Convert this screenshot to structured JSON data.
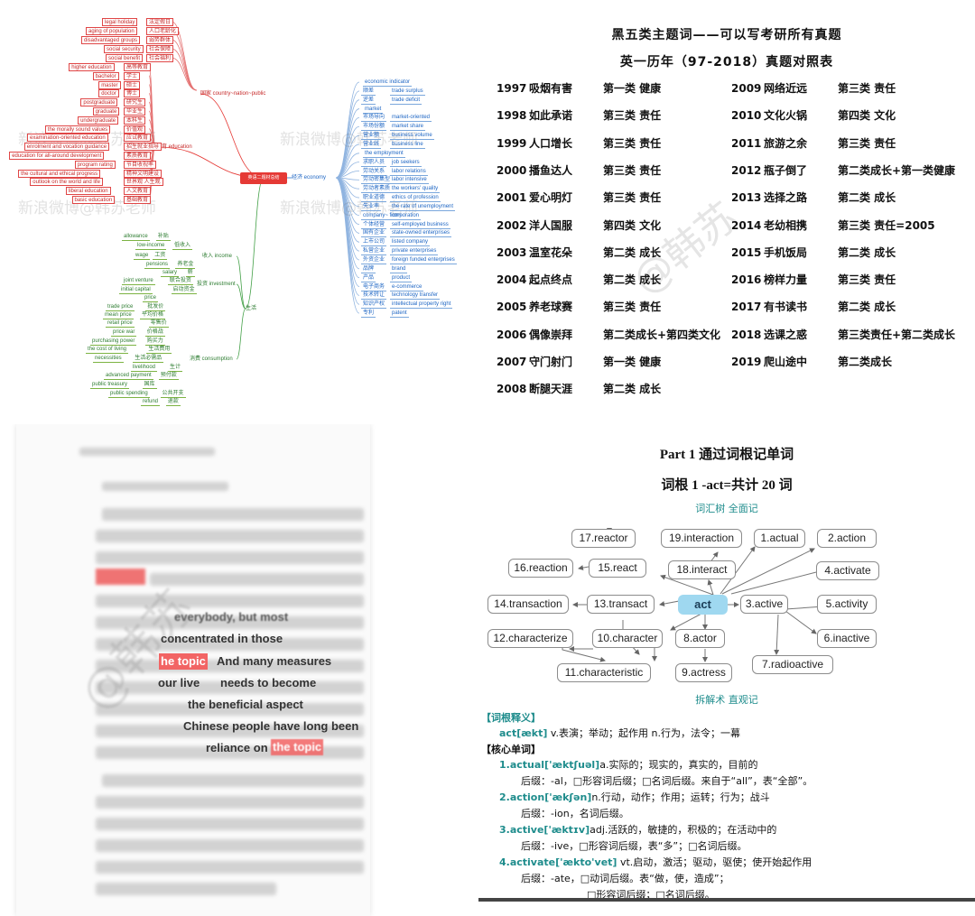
{
  "mindmap": {
    "root": "英语二题材总结",
    "watermark": "新浪微博@韩苏老师",
    "branches": {
      "society": "国家 country~nation~public",
      "education": "教育 education",
      "economy": "经济 economy",
      "income": "收入 income",
      "investment": "投资 investment",
      "consumption": "消费 consumption",
      "life": "生活"
    },
    "red_nodes": [
      [
        "legal holiday",
        "法定假日"
      ],
      [
        "aging of population",
        "人口老龄化"
      ],
      [
        "disadvantaged groups",
        "弱势群体"
      ],
      [
        "social security",
        "社会保障"
      ],
      [
        "social benefit",
        "社会福利"
      ],
      [
        "higher education",
        "高等教育"
      ],
      [
        "bachelor",
        "学士"
      ],
      [
        "master",
        "硕士"
      ],
      [
        "doctor",
        "博士"
      ],
      [
        "postgraduate",
        "研究生"
      ],
      [
        "graduate",
        "毕业生"
      ],
      [
        "undergraduate",
        "本科生"
      ],
      [
        "the morally sound values",
        "价值观"
      ],
      [
        "examination-oriented education",
        "应试教育"
      ],
      [
        "enrolment and vocation guidance",
        "招生就业指导"
      ],
      [
        "education for all-around development",
        "素质教育"
      ],
      [
        "program rating",
        "节目收视率"
      ],
      [
        "the cultural and ethical progress",
        "精神文明建设"
      ],
      [
        "outlook on the world and life",
        "世界观 人生观"
      ],
      [
        "liberal education",
        "人文教育"
      ],
      [
        "basic education",
        "基础教育"
      ]
    ],
    "green_nodes": [
      [
        "allowance",
        "补贴"
      ],
      [
        "low-income",
        "低收入"
      ],
      [
        "wage",
        "工资"
      ],
      [
        "pensions",
        "养老金"
      ],
      [
        "salary",
        "薪"
      ],
      [
        "joint venture",
        "联合投资"
      ],
      [
        "initial capital",
        "启动资金"
      ],
      [
        "price",
        ""
      ],
      [
        "trade price",
        "批发价"
      ],
      [
        "mean price",
        "平均价格"
      ],
      [
        "retail price",
        "零售价"
      ],
      [
        "price war",
        "价格战"
      ],
      [
        "purchasing power",
        "购买力"
      ],
      [
        "the cost of living",
        "生活费用"
      ],
      [
        "necessities",
        "生活必需品"
      ],
      [
        "livelihood",
        "生计"
      ],
      [
        "advanced payment",
        "预付款"
      ],
      [
        "public treasury",
        "国库"
      ],
      [
        "public spending",
        "公共开支"
      ],
      [
        "refund",
        "退款"
      ]
    ],
    "blue_nodes": [
      [
        "economic indicator",
        ""
      ],
      [
        "trade surplus",
        "顺差"
      ],
      [
        "trade deficit",
        "逆差"
      ],
      [
        "market",
        ""
      ],
      [
        "market-oriented",
        "市场导向"
      ],
      [
        "market share",
        "市场份额"
      ],
      [
        "business volume",
        "营业额"
      ],
      [
        "business line",
        "营业线"
      ],
      [
        "the employment",
        ""
      ],
      [
        "job seekers",
        "求职人员"
      ],
      [
        "labor relations",
        "劳动关系"
      ],
      [
        "labor intensive",
        "劳动密集型"
      ],
      [
        "the workers' quality",
        "劳动者素质"
      ],
      [
        "ethics of profession",
        "职业道德"
      ],
      [
        "the rate of unemployment",
        "失业率"
      ],
      [
        "corporation",
        "company~ firm~"
      ],
      [
        "self-employed business",
        "个体经营"
      ],
      [
        "state-owned enterprises",
        "国有企业"
      ],
      [
        "listed company",
        "上市公司"
      ],
      [
        "private enterprises",
        "私营企业"
      ],
      [
        "foreign funded enterprises",
        "外资企业"
      ],
      [
        "brand",
        "品牌"
      ],
      [
        "product",
        "产品"
      ],
      [
        "e-commerce",
        "电子商务"
      ],
      [
        "technology transfer",
        "技术转让"
      ],
      [
        "intellectual property right",
        "知识产权"
      ],
      [
        "patent",
        "专利"
      ]
    ]
  },
  "table": {
    "title": "黑五类主题词——可以写考研所有真题",
    "subtitle": "英一历年（97-2018）真题对照表",
    "watermark": "@韩苏",
    "left": [
      [
        "1997",
        "吸烟有害",
        "第一类 健康"
      ],
      [
        "1998",
        "如此承诺",
        "第三类 责任"
      ],
      [
        "1999",
        "人口增长",
        "第三类 责任"
      ],
      [
        "2000",
        "播鱼达人",
        "第三类 责任"
      ],
      [
        "2001",
        "爱心明灯",
        "第三类 责任"
      ],
      [
        "2002",
        "洋人国服",
        "第四类 文化"
      ],
      [
        "2003",
        "温室花朵",
        "第二类 成长"
      ],
      [
        "2004",
        "起点终点",
        "第二类 成长"
      ],
      [
        "2005",
        "养老球赛",
        "第三类 责任"
      ],
      [
        "2006",
        "偶像崇拜",
        "第二类成长+第四类文化"
      ],
      [
        "2007",
        "守门射门",
        "第一类 健康"
      ],
      [
        "2008",
        "断腿天涯",
        "第二类 成长"
      ]
    ],
    "right": [
      [
        "2009",
        "网络近远",
        "第三类 责任"
      ],
      [
        "2010",
        "文化火锅",
        "第四类 文化"
      ],
      [
        "2011",
        "旅游之余",
        "第三类 责任"
      ],
      [
        "2012",
        "瓶子倒了",
        "第二类成长+第一类健康"
      ],
      [
        "2013",
        "选择之路",
        "第二类 成长"
      ],
      [
        "2014",
        "老幼相携",
        "第三类 责任=2005"
      ],
      [
        "2015",
        "手机饭局",
        "第二类 成长"
      ],
      [
        "2016",
        "榜样力量",
        "第三类 责任"
      ],
      [
        "2017",
        "有书读书",
        "第二类 成长"
      ],
      [
        "2018",
        "选课之惑",
        "第三类责任+第二类成长"
      ],
      [
        "2019",
        "爬山途中",
        "第二类成长"
      ]
    ]
  },
  "blurred": {
    "phrases": {
      "p1": "concentrated in those",
      "p2a": "he topic",
      "p2b": "And many measures",
      "p3a": "our live",
      "p3b": "needs to become",
      "p4a": "the beneficial aspect",
      "p5a": "Chinese people have long been",
      "p6a": "reliance on",
      "p6b": "the topic",
      "p0a": "everybody, but most"
    },
    "watermark": "@韩苏"
  },
  "vocab": {
    "part": "Part 1  通过词根记单词",
    "root_title": "词根 1 -act=共计 20 词",
    "tree_label": "词汇树 全面记",
    "method_label": "拆解术 直观记",
    "center": "act",
    "nodes": {
      "n1": "1.actual",
      "n2": "2.action",
      "n3": "3.active",
      "n4": "4.activate",
      "n5": "5.activity",
      "n6": "6.inactive",
      "n7": "7.radioactive",
      "n8": "8.actor",
      "n9": "9.actress",
      "n10": "10.character",
      "n11": "11.characteristic",
      "n12": "12.characterize",
      "n13": "13.transact",
      "n14": "14.transaction",
      "n15": "15.react",
      "n16": "16.reaction",
      "n17": "17.reactor",
      "n18": "18.interact",
      "n19": "19.interaction"
    },
    "sec_meaning": "【词根释义】",
    "root_def_word": "act[ækt]",
    "root_def": " v.表演；举动；起作用  n.行为，法令；一幕",
    "sec_core": "【核心单词】",
    "entries": [
      {
        "word": "1.actual['æktʃuəl]",
        "def": "a.实际的；现实的，真实的，目前的",
        "note": "后缀：-al，□形容词后缀；□名词后缀。来自于“all”，表“全部”。"
      },
      {
        "word": "2.action['ækʃən]",
        "def": "n.行动，动作；作用；运转；行为；战斗",
        "note": "后缀：-ion，名词后缀。"
      },
      {
        "word": "3.active['æktɪv]",
        "def": "adj.活跃的，敏捷的，积极的；在活动中的",
        "note": "后缀：-ive，□形容词后缀，表“多”；□名词后缀。"
      },
      {
        "word": "4.activate['ækto'vet]",
        "def": " vt.启动，激活；驱动，驱使；使开始起作用",
        "note": "后缀：-ate，□动词后缀。表“做，使，造成”；",
        "note2": "□形容词后缀；□名词后缀。"
      }
    ]
  }
}
